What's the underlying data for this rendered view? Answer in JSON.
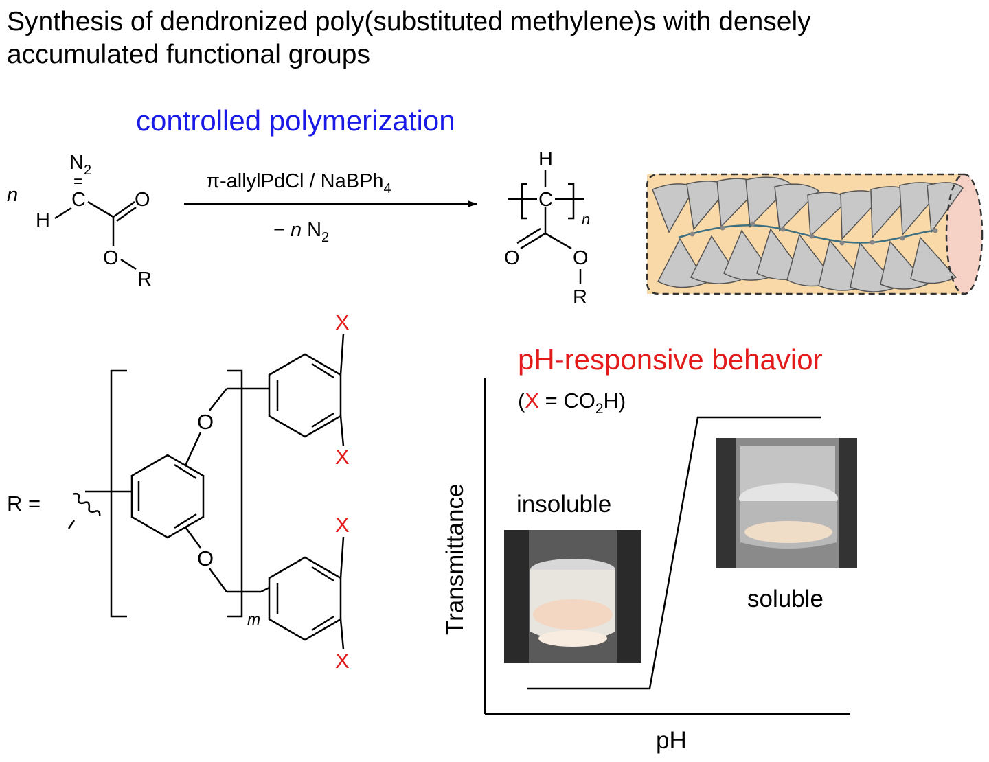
{
  "title": {
    "line1": "Synthesis of dendronized poly(substituted methylene)s with densely",
    "line2": "accumulated functional groups"
  },
  "colors": {
    "blue": "#1a1ae6",
    "red": "#e31b1b",
    "tube_fill": "#f9d9a8",
    "tube_end": "#f6d2c6",
    "dendron": "#c8c8c8",
    "backbone": "#3d6f80"
  },
  "reaction": {
    "heading": "controlled polymerization",
    "n_coeff": "n",
    "monomer": {
      "N": "N",
      "N_sub": "2",
      "H": "H",
      "C": "C",
      "O_carbonyl": "O",
      "O_ester": "O",
      "R": "R",
      "double_bond": "="
    },
    "conditions_top": {
      "pi": "π",
      "text": "-allylPdCl / NaBPh",
      "sub": "4"
    },
    "conditions_bottom": {
      "minus": "−",
      "n": "n",
      "N": "N",
      "sub": "2"
    },
    "polymer": {
      "H": "H",
      "C": "C",
      "n": "n",
      "O_carbonyl": "O",
      "O_ester": "O",
      "R": "R"
    }
  },
  "r_group": {
    "label": "R =",
    "O_upper": "O",
    "O_lower": "O",
    "m": "m",
    "X_labels": [
      "X",
      "X",
      "X",
      "X"
    ]
  },
  "ph_panel": {
    "heading": "pH-responsive behavior",
    "note": {
      "open": "(",
      "X": "X",
      "eq": " = CO",
      "sub": "2",
      "close": "H)"
    },
    "y_axis_label": "Transmittance",
    "x_axis_label": "pH",
    "insoluble_label": "insoluble",
    "soluble_label": "soluble"
  }
}
